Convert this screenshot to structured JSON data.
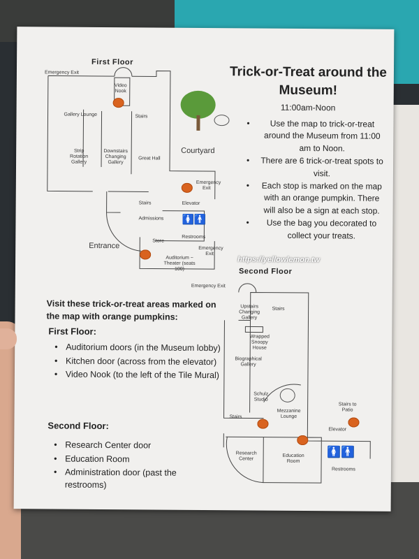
{
  "title": "Trick-or-Treat around the Museum!",
  "time": "11:00am-Noon",
  "instructions": [
    "Use the map to trick-or-treat around the Museum from 11:00 am to Noon.",
    "There are 6 trick-or-treat spots to visit.",
    "Each stop is marked on the map with an orange pumpkin. There will also be a sign at each stop.",
    "Use the bag you decorated to collect your treats."
  ],
  "watermark": "https://yellowlemon.tw",
  "first_floor_map": {
    "heading": "First Floor",
    "labels": {
      "emergency_exit_top": "Emergency Exit",
      "video_nook": "Video Nook",
      "gallery_lounge": "Gallery Lounge",
      "stairs": "Stairs",
      "strip_rotation": "Strip Rotation Gallery",
      "downstairs_changing": "Downstairs Changing Gallery",
      "great_hall": "Great Hall",
      "courtyard": "Courtyard",
      "emergency_exit_right": "Emergency Exit",
      "stairs_lower": "Stairs",
      "elevator": "Elevator",
      "admissions": "Admissions",
      "restrooms": "Restrooms",
      "store": "Store",
      "entrance": "Entrance",
      "emergency_exit_aud": "Emergency Exit",
      "auditorium": "Auditorium ~ Theater (seats 100)",
      "emergency_exit_bottom": "Emergency Exit"
    }
  },
  "second_floor_map": {
    "heading": "Second Floor",
    "labels": {
      "upstairs_changing": "Upstairs Changing Gallery",
      "stairs": "Stairs",
      "snoopy_house": "Wrapped Snoopy House",
      "biographical": "Biographical Gallery",
      "schulz_studio": "Schulz Studio",
      "mezzanine": "Mezzanine Lounge",
      "stairs_patio": "Stairs to Patio",
      "stairs_left": "Stairs",
      "elevator": "Elevator",
      "research": "Research Center",
      "education": "Education Room",
      "restrooms": "Restrooms"
    }
  },
  "visit": {
    "heading": "Visit these trick-or-treat areas marked on the map with orange pumpkins:",
    "first_floor_label": "First Floor:",
    "first_floor_items": [
      "Auditorium doors (in the Museum lobby)",
      "Kitchen door (across from the elevator)",
      "Video Nook (to the left of the Tile Mural)"
    ],
    "second_floor_label": "Second Floor:",
    "second_floor_items": [
      "Research Center door",
      "Education Room",
      "Administration door (past the restrooms)"
    ]
  },
  "colors": {
    "pumpkin": "#d9631f",
    "paper": "#f1f0ee",
    "teal": "#2aa7b0"
  }
}
